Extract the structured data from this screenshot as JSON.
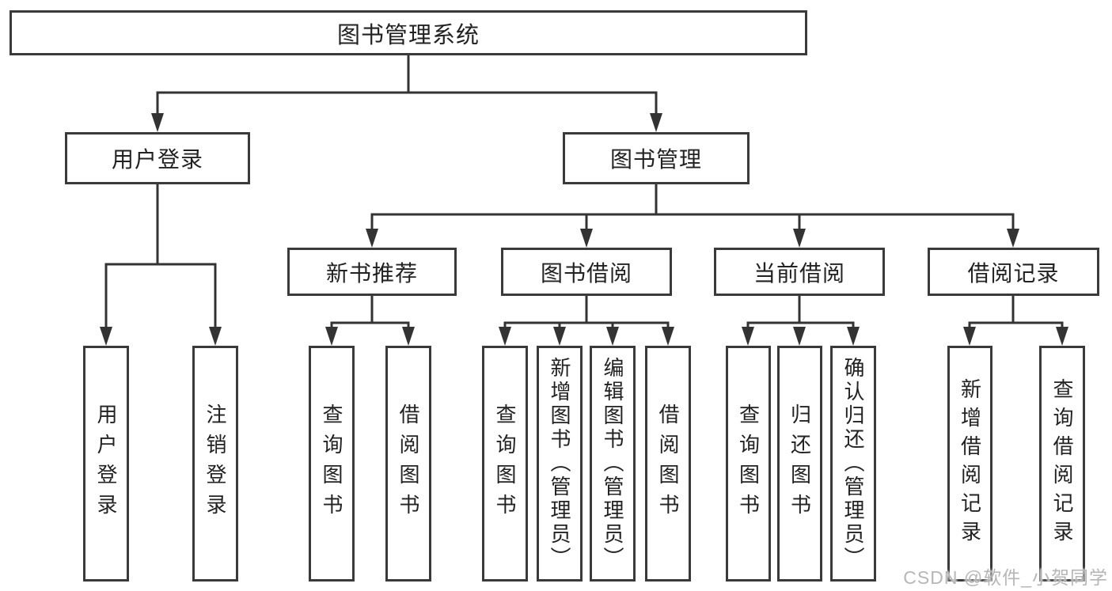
{
  "colors": {
    "border": "#3a3a3a",
    "line": "#333333",
    "text": "#222222",
    "background": "#ffffff",
    "watermark": "#b0b0b0"
  },
  "watermark": "CSDN @软件_小贺同学",
  "tree": {
    "label": "图书管理系统",
    "children": [
      {
        "label": "用户登录",
        "children": [
          {
            "label": "用户登录"
          },
          {
            "label": "注销登录"
          }
        ]
      },
      {
        "label": "图书管理",
        "children": [
          {
            "label": "新书推荐",
            "children": [
              {
                "label": "查询图书"
              },
              {
                "label": "借阅图书"
              }
            ]
          },
          {
            "label": "图书借阅",
            "children": [
              {
                "label": "查询图书"
              },
              {
                "label": "新增图书（管理员）"
              },
              {
                "label": "编辑图书（管理员）"
              },
              {
                "label": "借阅图书"
              }
            ]
          },
          {
            "label": "当前借阅",
            "children": [
              {
                "label": "查询图书"
              },
              {
                "label": "归还图书"
              },
              {
                "label": "确认归还（管理员）"
              }
            ]
          },
          {
            "label": "借阅记录",
            "children": [
              {
                "label": "新增借阅记录"
              },
              {
                "label": "查询借阅记录"
              }
            ]
          }
        ]
      }
    ]
  }
}
